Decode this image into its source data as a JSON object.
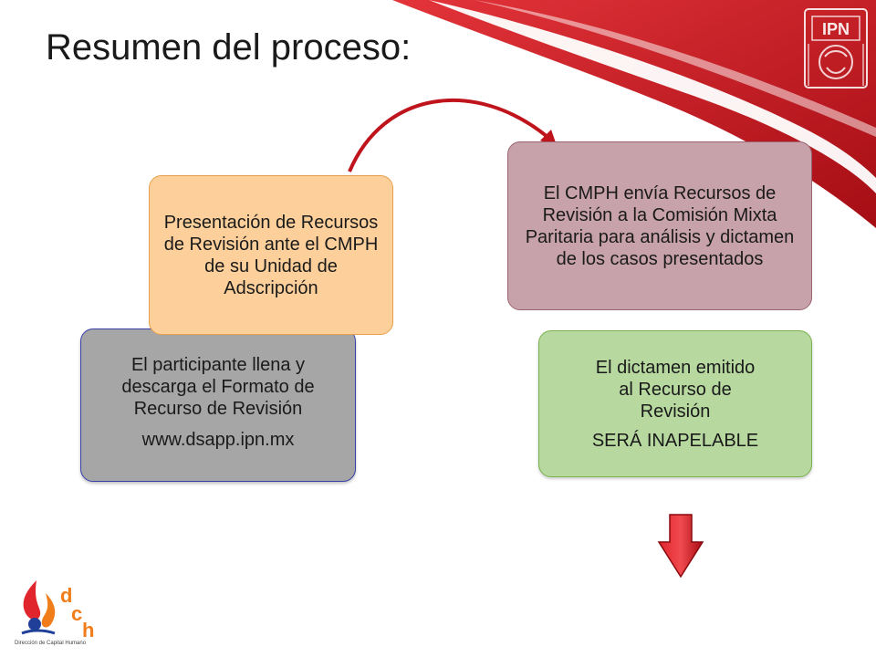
{
  "slide": {
    "title": "Resumen del proceso:"
  },
  "steps": {
    "presentation": {
      "text": "Presentación de Recursos de Revisión ante el CMPH de su Unidad de Adscripción"
    },
    "participant": {
      "text": "El participante llena y descarga el Formato de Recurso de Revisión",
      "url": "www.dsapp.ipn.mx"
    },
    "cmph": {
      "text": "El CMPH envía Recursos de Revisión a la Comisión Mixta Paritaria para análisis y dictamen de  los casos presentados"
    },
    "dictamen": {
      "text": "El dictamen emitido al Recurso de Revisión",
      "verdict": "SERÁ INAPELABLE"
    }
  },
  "logos": {
    "ipn_letters": "IPN",
    "dch_letters": [
      "d",
      "c",
      "h"
    ],
    "dch_caption": "Dirección de Capital Humano"
  },
  "colors": {
    "accent_red": "#c0141c",
    "orange_box": "#fdd09b",
    "gray_box": "#a6a6a6",
    "pink_box": "#c8a2aa",
    "green_box": "#b7d9a0",
    "dch_orange": "#f07d19"
  }
}
